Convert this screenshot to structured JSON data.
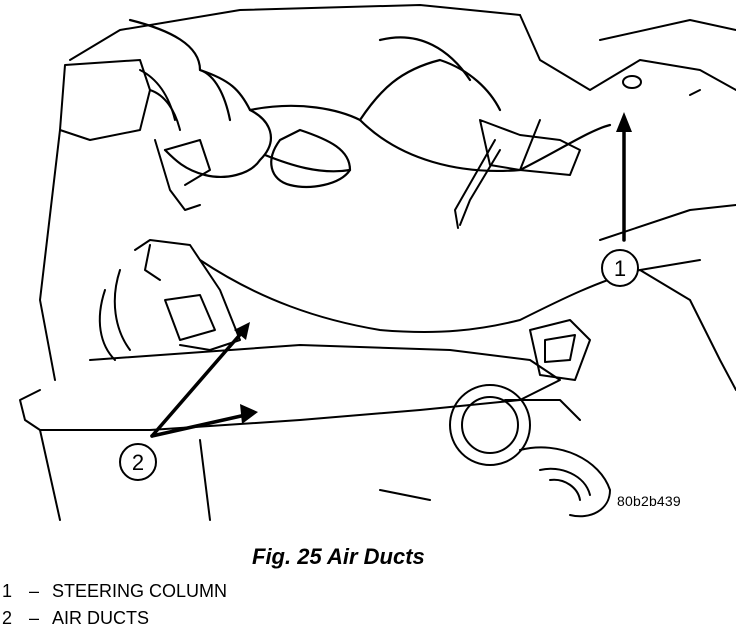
{
  "figure": {
    "caption": "Fig. 25 Air Ducts",
    "code": "80b2b439",
    "callouts": [
      {
        "number": "1",
        "label": "STEERING COLUMN"
      },
      {
        "number": "2",
        "label": "AIR DUCTS"
      }
    ]
  },
  "legend": {
    "separator": "–"
  }
}
